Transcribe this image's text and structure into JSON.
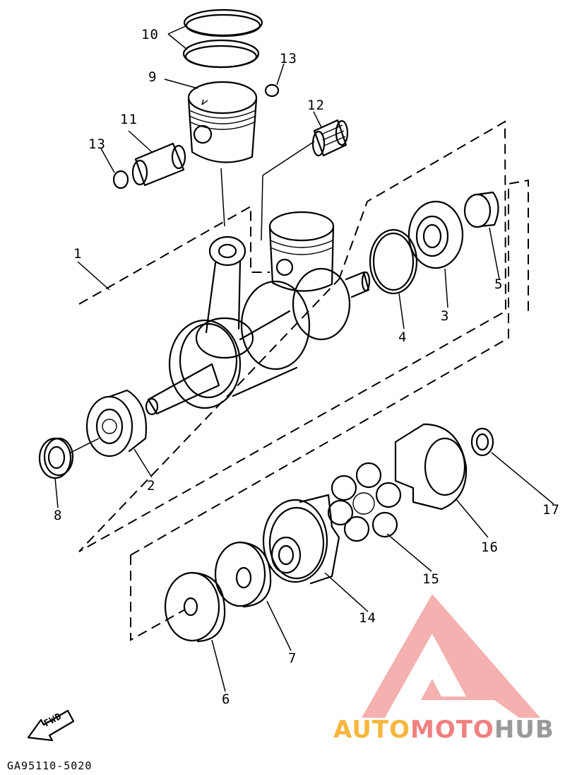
{
  "diagram": {
    "code": "GA95110-5020",
    "fwd_label": "FWD",
    "callouts": [
      {
        "id": "c1",
        "text": "1"
      },
      {
        "id": "c2",
        "text": "2"
      },
      {
        "id": "c3",
        "text": "3"
      },
      {
        "id": "c4",
        "text": "4"
      },
      {
        "id": "c5",
        "text": "5"
      },
      {
        "id": "c6",
        "text": "6"
      },
      {
        "id": "c7",
        "text": "7"
      },
      {
        "id": "c8",
        "text": "8"
      },
      {
        "id": "c9",
        "text": "9"
      },
      {
        "id": "c10",
        "text": "10"
      },
      {
        "id": "c11",
        "text": "11"
      },
      {
        "id": "c12",
        "text": "12"
      },
      {
        "id": "c13a",
        "text": "13"
      },
      {
        "id": "c13b",
        "text": "13"
      },
      {
        "id": "c14",
        "text": "14"
      },
      {
        "id": "c15",
        "text": "15"
      },
      {
        "id": "c16",
        "text": "16"
      },
      {
        "id": "c17",
        "text": "17"
      }
    ]
  },
  "watermark": {
    "part1": "AUTO",
    "part2": "MOTO",
    "part3": "HUB",
    "colors": {
      "auto": "#f6b73c",
      "moto": "#f08080",
      "hub": "#9a9a9a",
      "logo": "#f4a3a3"
    }
  }
}
